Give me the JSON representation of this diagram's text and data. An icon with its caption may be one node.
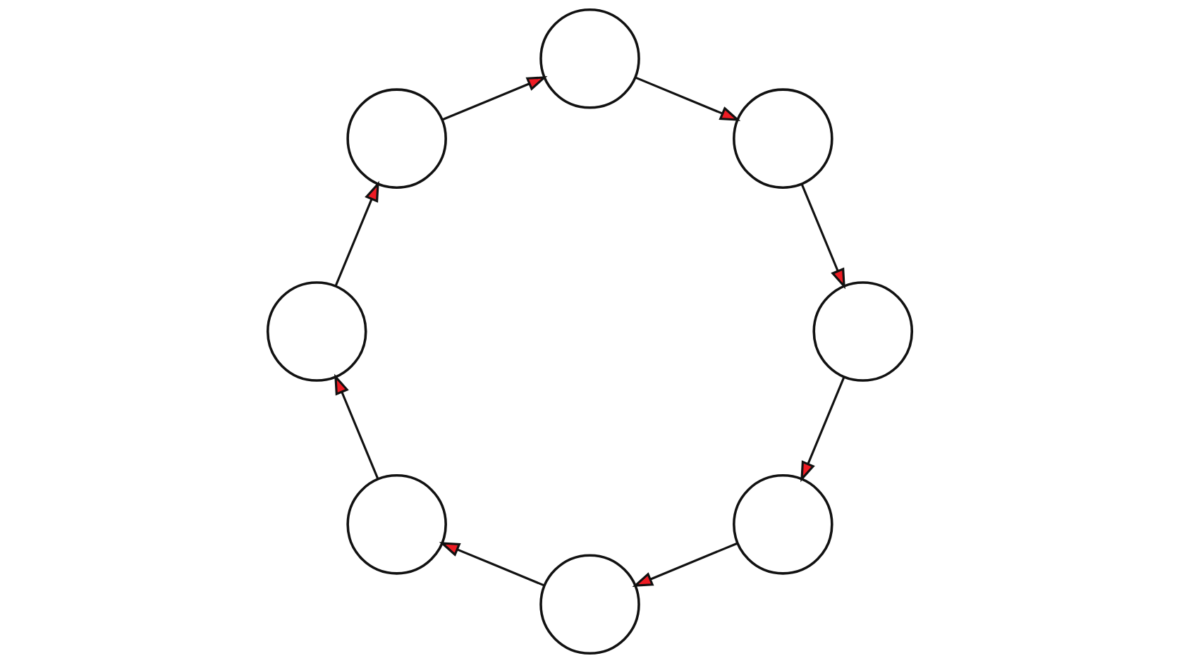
{
  "diagram": {
    "nodes": [
      {
        "text": [],
        "shape": "circle"
      },
      {
        "text": [],
        "shape": "circle"
      },
      {
        "text": [],
        "shape": "circle"
      },
      {
        "text": [],
        "shape": "circle"
      },
      {
        "text": [],
        "shape": "circle"
      },
      {
        "text": [],
        "shape": "circle"
      },
      {
        "text": [],
        "shape": "circle"
      },
      {
        "text": [],
        "shape": "circle"
      }
    ],
    "edges": [
      {
        "from": 0,
        "to": 1,
        "arrow": "to"
      },
      {
        "from": 1,
        "to": 2,
        "arrow": "to"
      },
      {
        "from": 2,
        "to": 3,
        "arrow": "to"
      },
      {
        "from": 3,
        "to": 4,
        "arrow": "to"
      },
      {
        "from": 4,
        "to": 5,
        "arrow": "to"
      },
      {
        "from": 5,
        "to": 6,
        "arrow": "to"
      },
      {
        "from": 6,
        "to": 7,
        "arrow": "to"
      },
      {
        "from": 7,
        "to": 0,
        "arrow": "to"
      }
    ]
  }
}
